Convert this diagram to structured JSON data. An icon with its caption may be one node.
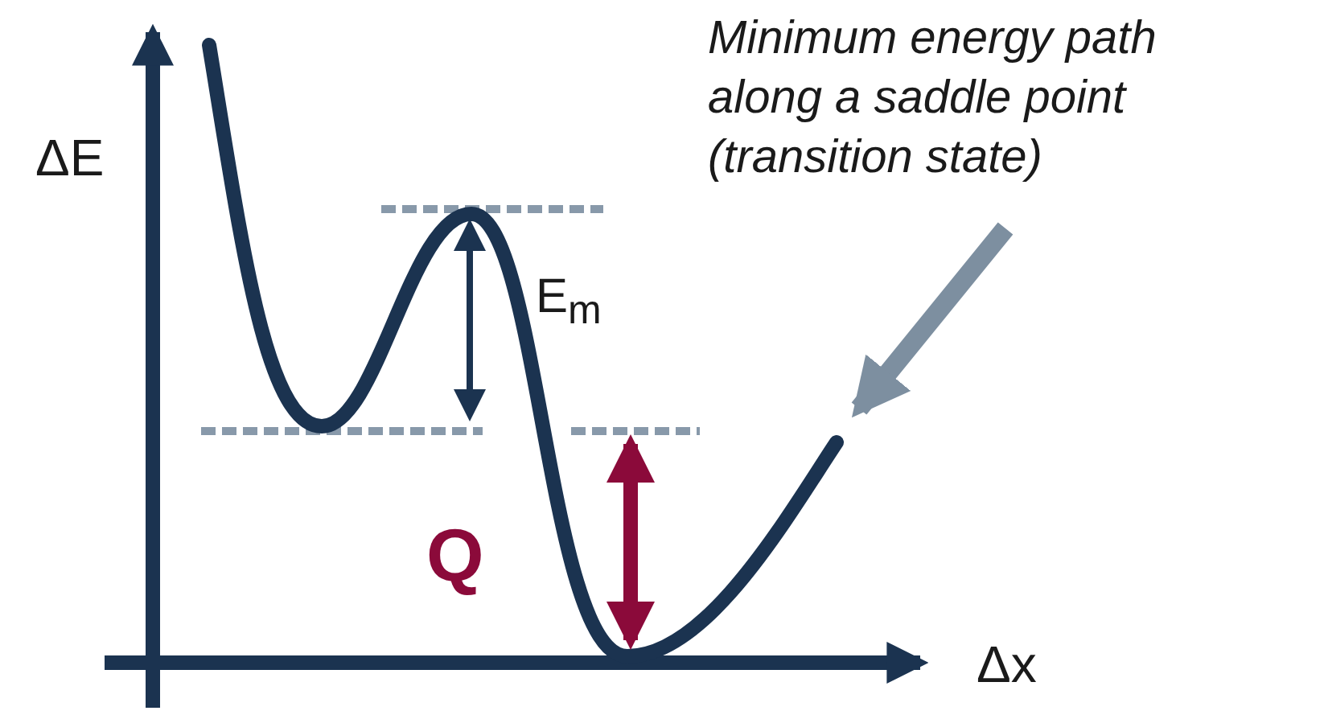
{
  "diagram": {
    "nodes": [
      {
        "text": [
          "Minimum energy path along a saddle point (transition state)"
        ]
      },
      {
        "text": [],
        "shape": "picture"
      }
    ],
    "edges": [
      {
        "from": 0,
        "to": 1,
        "arrow": "to"
      }
    ],
    "labels": [
      "ΔE",
      "E$_{m}$",
      "Q",
      "Δx"
    ]
  }
}
